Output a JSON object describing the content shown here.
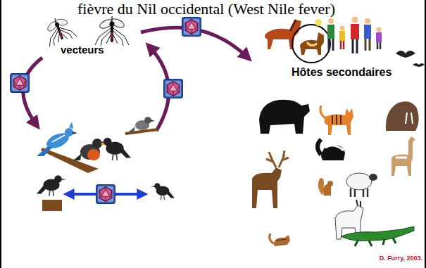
{
  "diagram": {
    "title": "fièvre du Nil occidental (West Nile fever)",
    "labels": [
      "vecteurs",
      "Hôtes secondaires",
      "D. Furry, 2003."
    ]
  }
}
